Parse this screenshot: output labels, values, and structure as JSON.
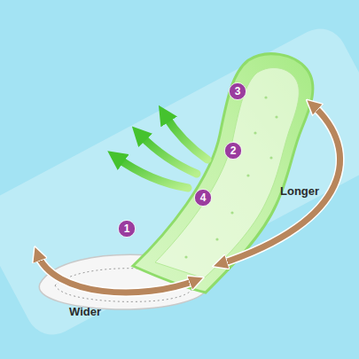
{
  "diagram": {
    "nodes": [
      {
        "text": [
          "1"
        ]
      },
      {
        "text": [
          "2"
        ]
      },
      {
        "text": [
          "3"
        ]
      },
      {
        "text": [
          "4"
        ]
      }
    ],
    "labels": [
      "Longer",
      "Wider"
    ]
  }
}
